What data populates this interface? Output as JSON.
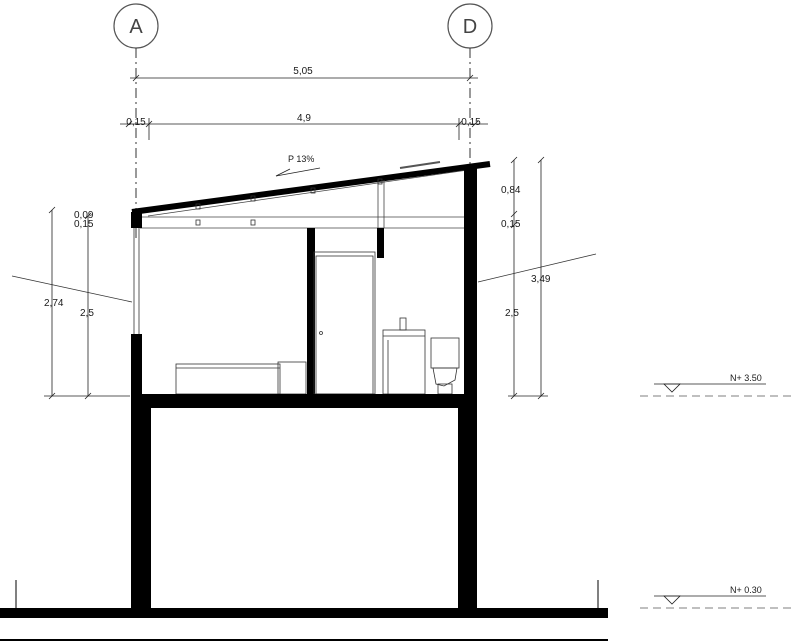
{
  "grid_axes": {
    "left": "A",
    "right": "D"
  },
  "dimensions": {
    "overall_width": "5,05",
    "inner_width": "4,9",
    "wall_left": "0,15",
    "wall_right": "0,15",
    "left_eave_09": "0,09",
    "left_eave_15": "0,15",
    "left_total_height": "2,74",
    "left_room_height": "2,5",
    "right_roof_rise": "0,84",
    "right_beam": "0,15",
    "right_total_height": "3,49",
    "right_room_height": "2,5"
  },
  "roof": {
    "slope_label": "P 13%"
  },
  "levels": {
    "upper": "N+  3.50",
    "ground": "N+  0.30"
  },
  "colors": {
    "structure": "#000000",
    "lines": "#222222",
    "grid_circle": "#555555"
  }
}
